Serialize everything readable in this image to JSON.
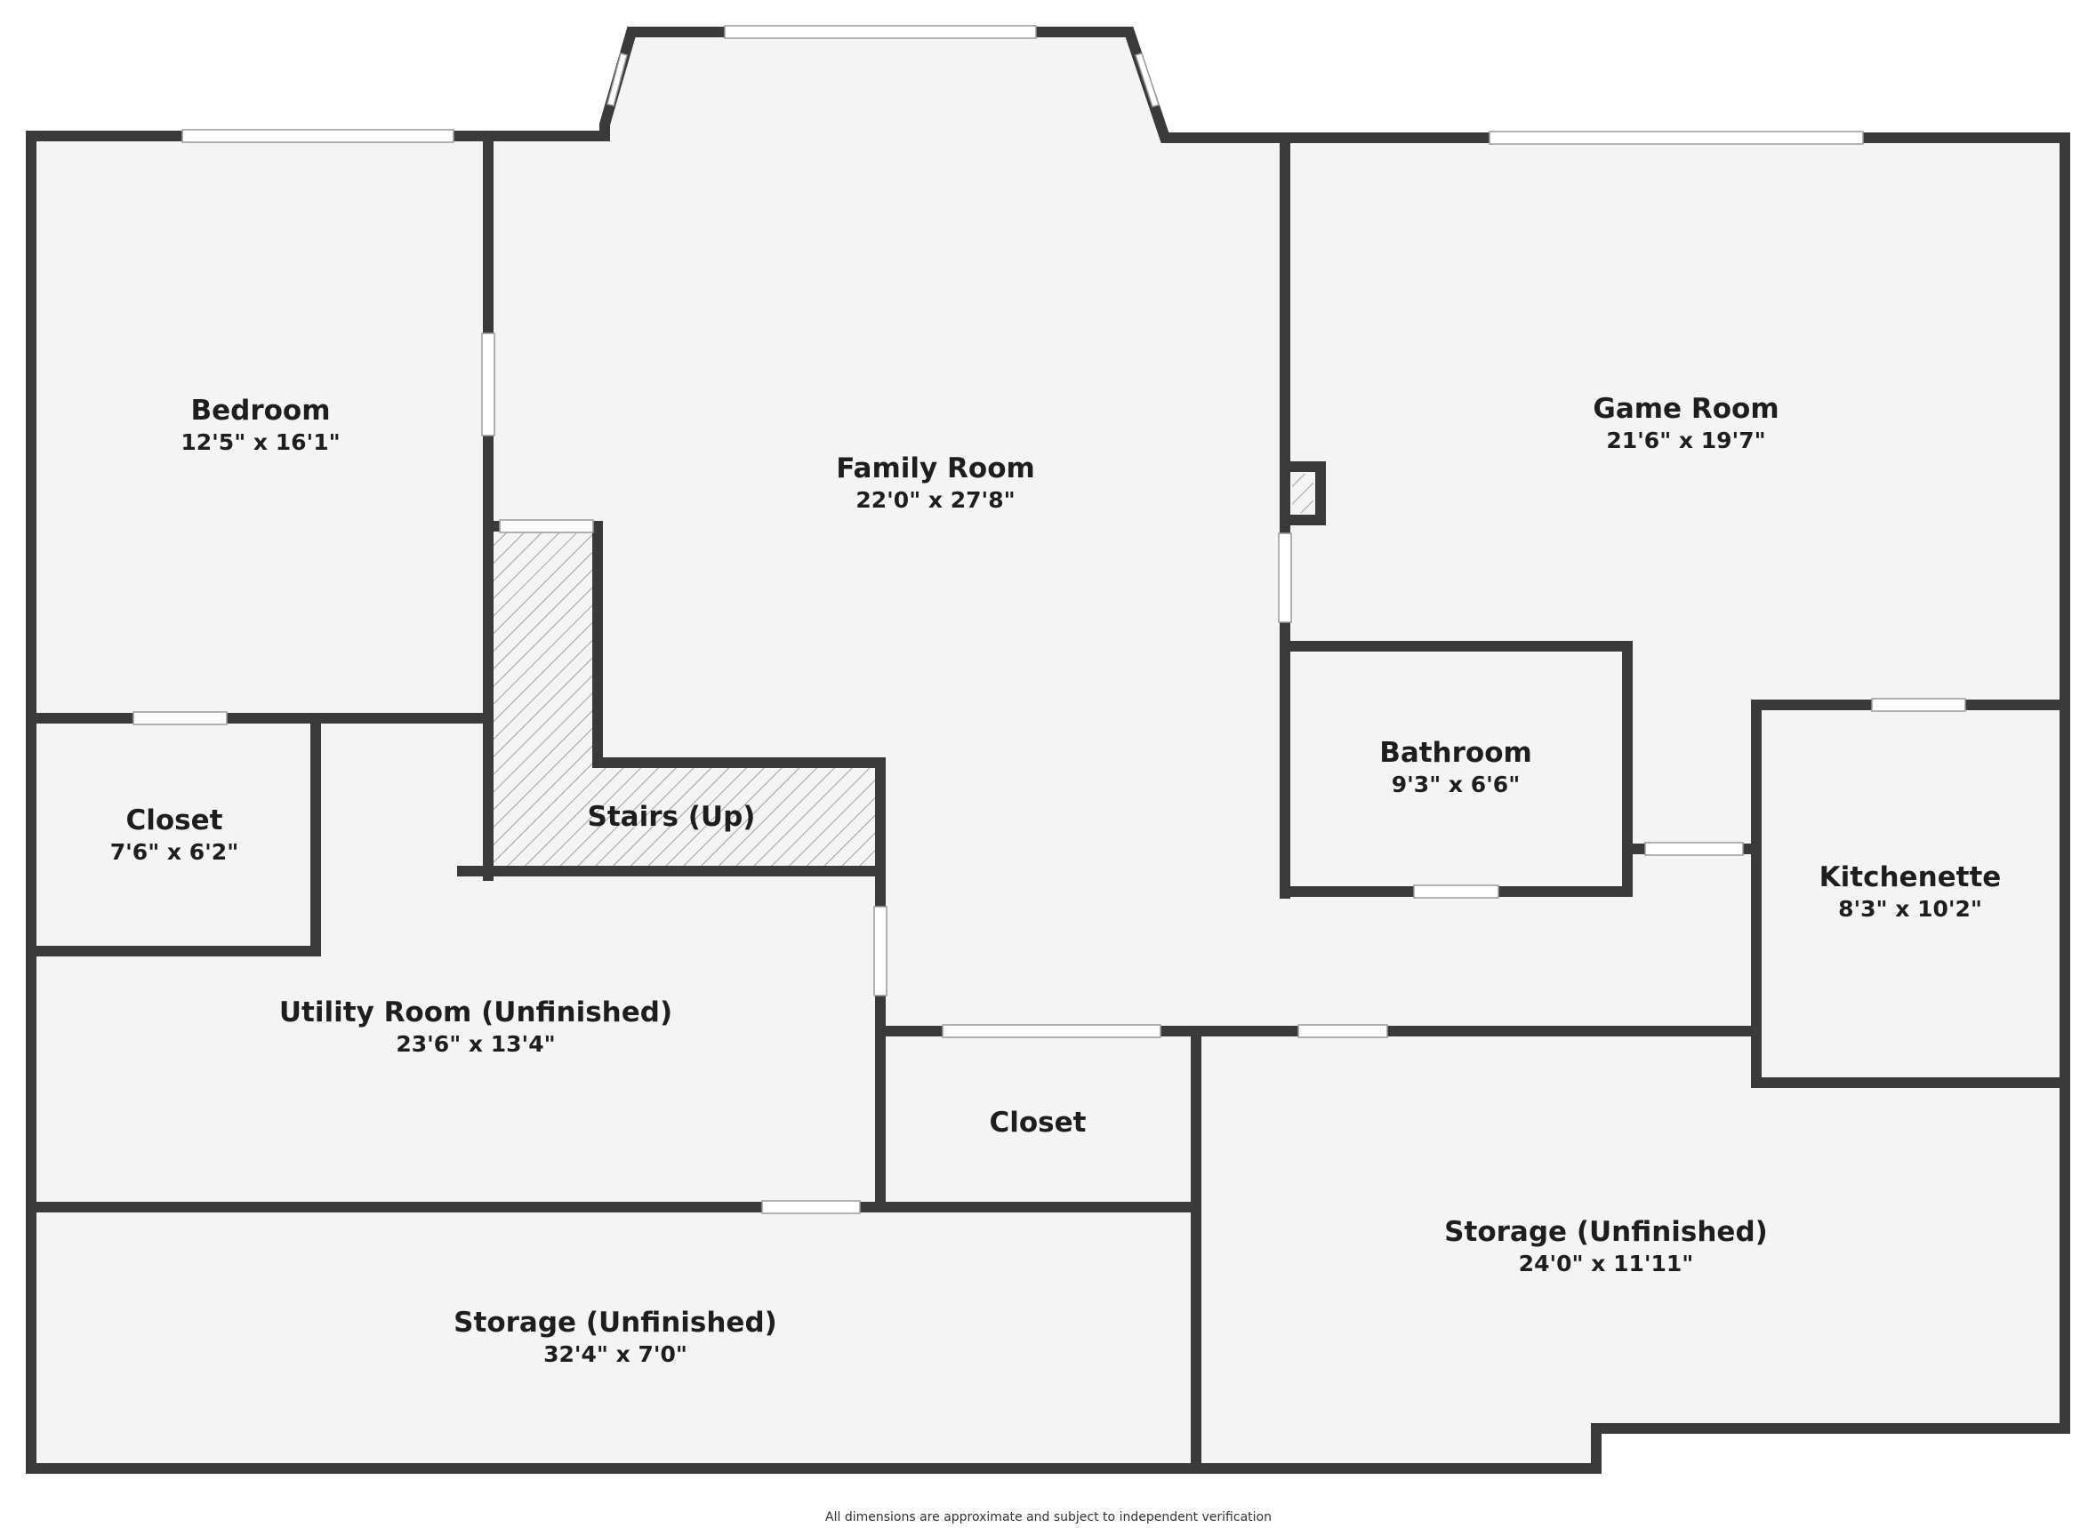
{
  "colors": {
    "wall": "#3a3a3a",
    "floor": "#f4f4f4",
    "stairs_hatch": "#8a8a8a",
    "text": "#1e1e1e"
  },
  "rooms": {
    "bedroom": {
      "name": "Bedroom",
      "dims": "12'5\" x 16'1\""
    },
    "closet_left": {
      "name": "Closet",
      "dims": "7'6\" x 6'2\""
    },
    "family_room": {
      "name": "Family Room",
      "dims": "22'0\" x 27'8\""
    },
    "stairs": {
      "name": "Stairs (Up)"
    },
    "utility_room": {
      "name": "Utility Room (Unfinished)",
      "dims": "23'6\" x 13'4\""
    },
    "closet_center": {
      "name": "Closet"
    },
    "storage_bottom": {
      "name": "Storage (Unfinished)",
      "dims": "32'4\" x 7'0\""
    },
    "game_room": {
      "name": "Game Room",
      "dims": "21'6\" x 19'7\""
    },
    "bathroom": {
      "name": "Bathroom",
      "dims": "9'3\" x 6'6\""
    },
    "kitchenette": {
      "name": "Kitchenette",
      "dims": "8'3\" x 10'2\""
    },
    "storage_right": {
      "name": "Storage (Unfinished)",
      "dims": "24'0\" x 11'11\""
    }
  },
  "footer": {
    "note": "All dimensions are approximate and subject to independent verification"
  }
}
